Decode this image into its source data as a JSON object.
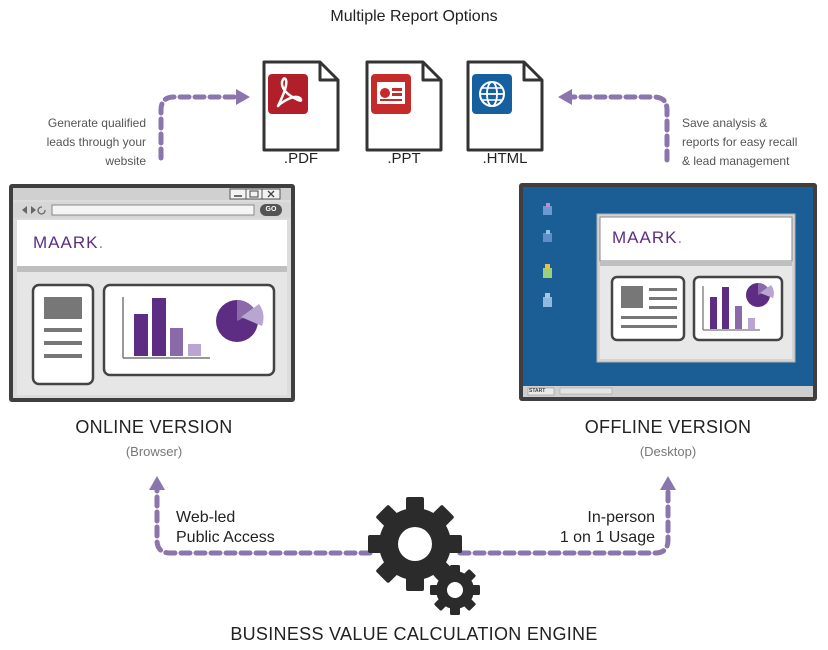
{
  "title": "Multiple Report Options",
  "report_formats": [
    {
      "label": ".PDF",
      "icon": "pdf-icon",
      "color": "#b1202a"
    },
    {
      "label": ".PPT",
      "icon": "ppt-icon",
      "color": "#c62b2b"
    },
    {
      "label": ".HTML",
      "icon": "globe-icon",
      "color": "#17609f"
    }
  ],
  "left_note": [
    "Generate qualified",
    "leads through your",
    "website"
  ],
  "right_note": [
    "Save analysis &",
    "reports for easy recall",
    "& lead management"
  ],
  "online": {
    "label": "ONLINE VERSION",
    "sub": "(Browser)",
    "brand": "MAARK",
    "brand_dot": ".",
    "go_label": "GO"
  },
  "offline": {
    "label": "OFFLINE VERSION",
    "sub": "(Desktop)",
    "brand": "MAARK",
    "brand_dot": ".",
    "start_label": "START"
  },
  "left_access": [
    "Web-led",
    "Public Access"
  ],
  "right_access": [
    "In-person",
    "1 on 1 Usage"
  ],
  "engine_label": "BUSINESS VALUE CALCULATION ENGINE",
  "colors": {
    "arrow": "#8a76ad",
    "purple_dark": "#5c2d83",
    "purple_mid": "#8b6aa9",
    "purple_light": "#b8a6d0",
    "desktop_blue": "#1b5e96",
    "frame": "#444444"
  }
}
